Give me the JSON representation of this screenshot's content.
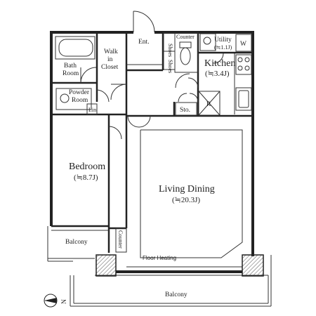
{
  "rooms": {
    "entrance": "Ent.",
    "shoes_1": "Shoes",
    "shoes_2": "Shoes",
    "counter_top": "Counter",
    "utility": "Utility",
    "utility_area": "(≒1.1J)",
    "washer": "W",
    "walk_in_closet_1": "Walk",
    "walk_in_closet_2": "in",
    "walk_in_closet_3": "Closet",
    "bath_1": "Bath",
    "bath_2": "Room",
    "powder_1": "Powder",
    "powder_2": "Room",
    "linen": "Lin",
    "kitchen": "Kitchen",
    "kitchen_area": "(≒3.4J)",
    "storage": "Sto.",
    "refrigerator": "R",
    "bedroom": "Bedroom",
    "bedroom_area": "(≒8.7J)",
    "living_dining": "Living Dining",
    "living_dining_area": "(≒20.3J)",
    "balcony_small": "Balcony",
    "counter_side": "Counter",
    "floor_heating": "Floor Heating",
    "balcony_main": "Balcony",
    "north": "N"
  }
}
